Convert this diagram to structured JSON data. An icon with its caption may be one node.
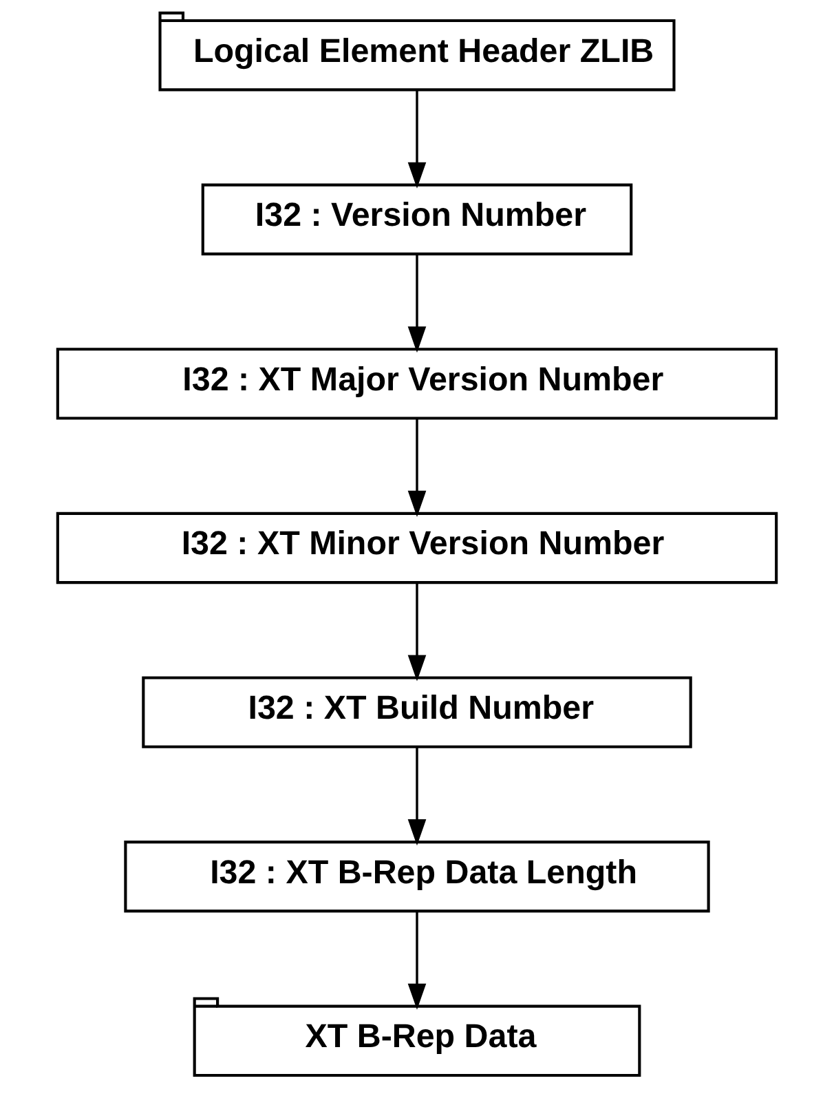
{
  "diagram": {
    "nodes": [
      {
        "text": [
          "Logical Element Header ZLIB"
        ]
      },
      {
        "text": [
          "I32 : Version Number"
        ]
      },
      {
        "text": [
          "I32 : XT Major Version Number"
        ]
      },
      {
        "text": [
          "I32 : XT Minor Version Number"
        ]
      },
      {
        "text": [
          "I32 : XT Build Number"
        ]
      },
      {
        "text": [
          "I32 : XT B-Rep Data Length"
        ]
      },
      {
        "text": [
          "XT B-Rep Data"
        ]
      }
    ],
    "edges": [
      {
        "from": 0,
        "to": 1,
        "arrow": "to"
      },
      {
        "from": 1,
        "to": 2,
        "arrow": "to"
      },
      {
        "from": 2,
        "to": 3,
        "arrow": "to"
      },
      {
        "from": 3,
        "to": 4,
        "arrow": "to"
      },
      {
        "from": 4,
        "to": 5,
        "arrow": "to"
      },
      {
        "from": 5,
        "to": 6,
        "arrow": "to"
      }
    ]
  }
}
